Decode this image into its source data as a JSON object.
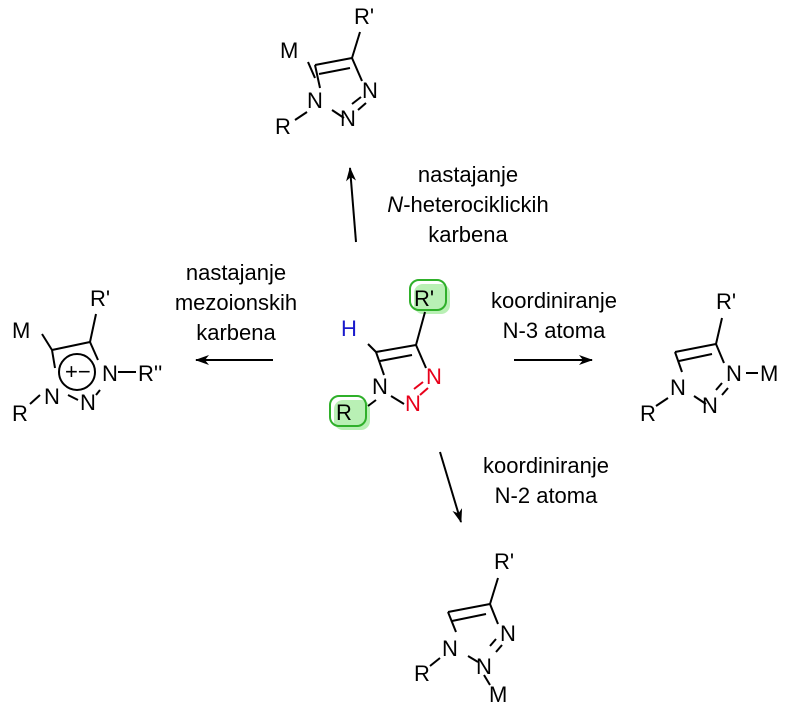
{
  "colors": {
    "nitrogen": "#e8001a",
    "hydrogen": "#1a1acc",
    "highlight_fill": "#b9f0b5",
    "highlight_stroke": "#2fb02a"
  },
  "center_molecule": {
    "H": "H",
    "R_prime": "R'",
    "R": "R",
    "N1": "N",
    "N2": "N",
    "N3": "N"
  },
  "top_product": {
    "M": "M",
    "R_prime": "R'",
    "R": "R",
    "N1": "N",
    "N2": "N",
    "N3": "N"
  },
  "left_product": {
    "M": "M",
    "R_prime": "R'",
    "R": "R",
    "R_dprime": "R''",
    "N1": "N",
    "N2": "N",
    "N3": "N",
    "charge": "+−"
  },
  "right_product": {
    "M": "M",
    "R_prime": "R'",
    "R": "R",
    "N1": "N",
    "N2": "N",
    "N3": "N"
  },
  "bottom_product": {
    "M": "M",
    "R_prime": "R'",
    "R": "R",
    "N1": "N",
    "N2": "N",
    "N3": "N"
  },
  "labels": {
    "top": [
      "nastajanje",
      "N",
      "-heterociklickih",
      "karbena"
    ],
    "left": [
      "nastajanje",
      "mezoionskih",
      "karbena"
    ],
    "right": [
      "koordiniranje",
      "N-3 atoma"
    ],
    "bottom": [
      "koordiniranje",
      "N-2 atoma"
    ]
  }
}
